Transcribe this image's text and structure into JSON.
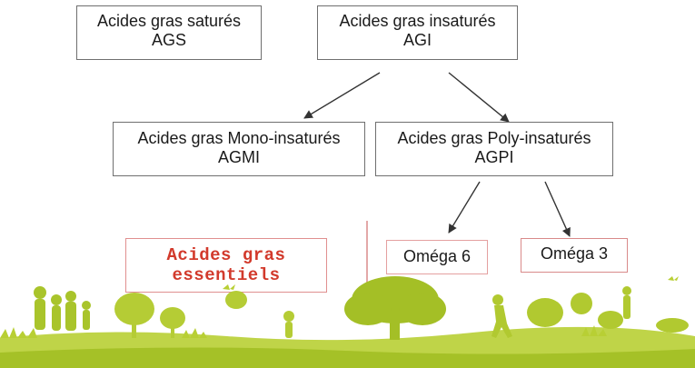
{
  "nodes": {
    "ags": {
      "line1": "Acides gras saturés",
      "line2": "AGS"
    },
    "agi": {
      "line1": "Acides gras insaturés",
      "line2": "AGI"
    },
    "agmi": {
      "line1": "Acides gras Mono-insaturés",
      "line2": "AGMI"
    },
    "agpi": {
      "line1": "Acides gras Poly-insaturés",
      "line2": "AGPI"
    },
    "omega6": {
      "label": "Oméga 6"
    },
    "omega3": {
      "label": "Oméga 3"
    },
    "essentiels": {
      "line1": "Acides gras",
      "line2": "essentiels"
    }
  },
  "colors": {
    "box_border": "#6f6f6f",
    "essentiels_text": "#d23a2c",
    "essentiels_border": "#e08f8f",
    "arrow": "#333333",
    "landscape_green": "#b8cf34"
  }
}
